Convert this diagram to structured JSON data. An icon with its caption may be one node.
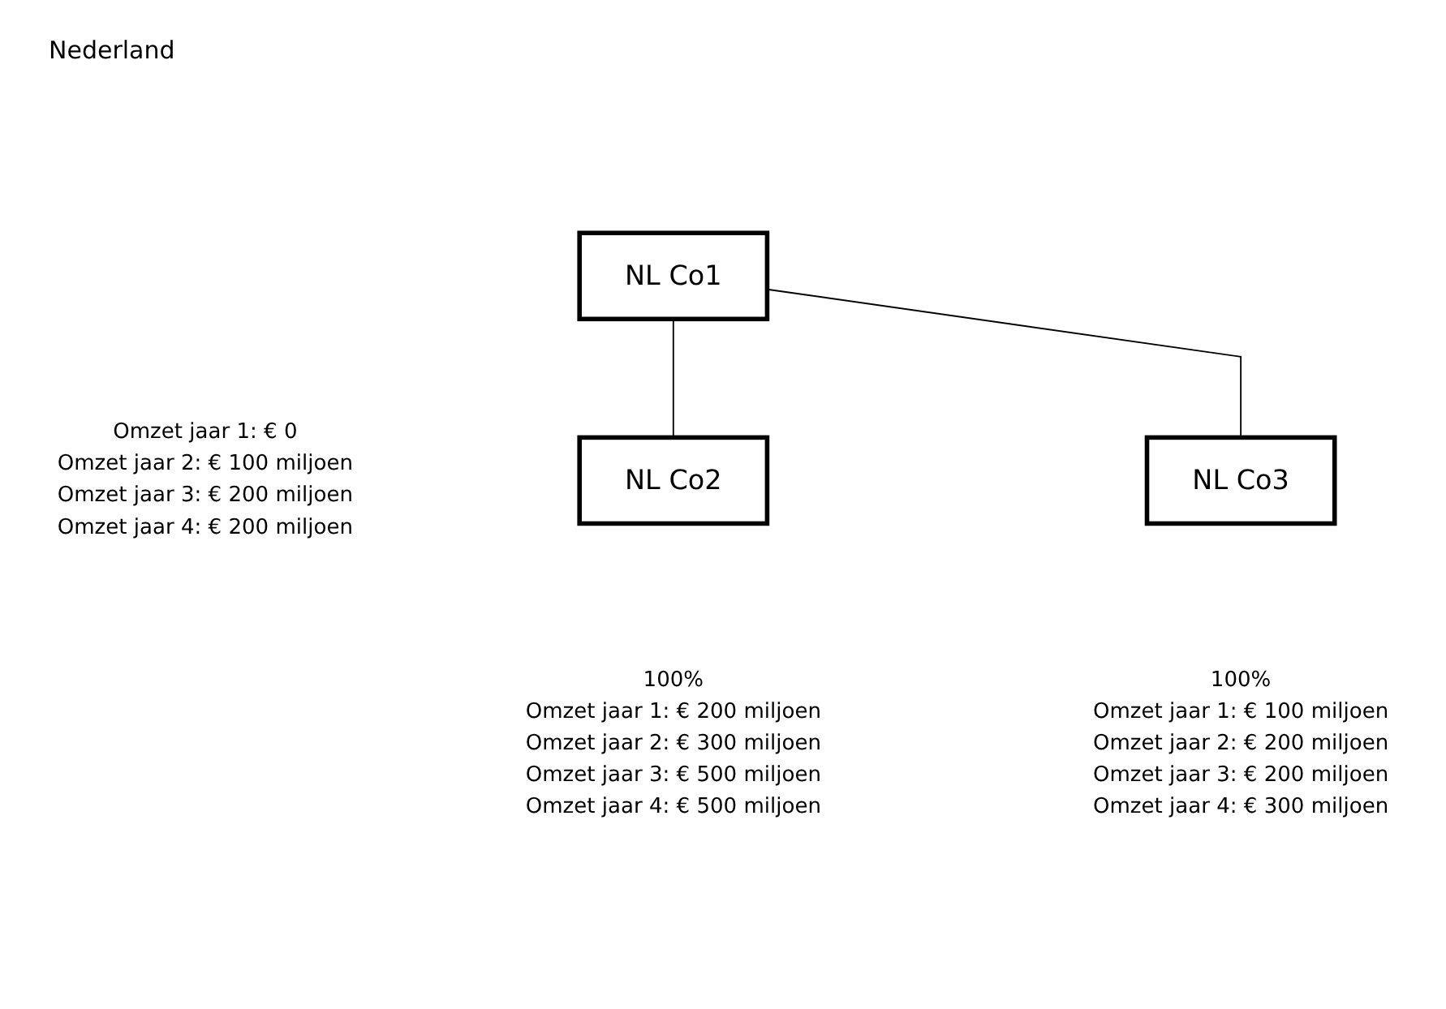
{
  "diagram": {
    "nodes": [
      {
        "text": [
          "NL Co1"
        ],
        "beside": [
          "Omzet jaar 1: € 0",
          "Omzet jaar 2: € 100 miljoen",
          "Omzet jaar 3: € 200 miljoen",
          "Omzet jaar 4: € 200 miljoen"
        ]
      },
      {
        "text": [
          "NL Co2"
        ],
        "beside": [
          "100%",
          "Omzet jaar 1: € 200 miljoen",
          "Omzet jaar 2: € 300 miljoen",
          "Omzet jaar 3: € 500 miljoen",
          "Omzet jaar 4: € 500 miljoen"
        ]
      },
      {
        "text": [
          "NL Co3"
        ],
        "beside": [
          "100%",
          "Omzet jaar 1: € 100 miljoen",
          "Omzet jaar 2: € 200 miljoen",
          "Omzet jaar 3: € 200 miljoen",
          "Omzet jaar 4: € 300 miljoen"
        ]
      }
    ],
    "edges": [
      {
        "from": 0,
        "to": 1,
        "arrow": "none"
      },
      {
        "from": 0,
        "to": 2,
        "arrow": "none"
      }
    ],
    "labels": [
      "Nederland"
    ]
  }
}
